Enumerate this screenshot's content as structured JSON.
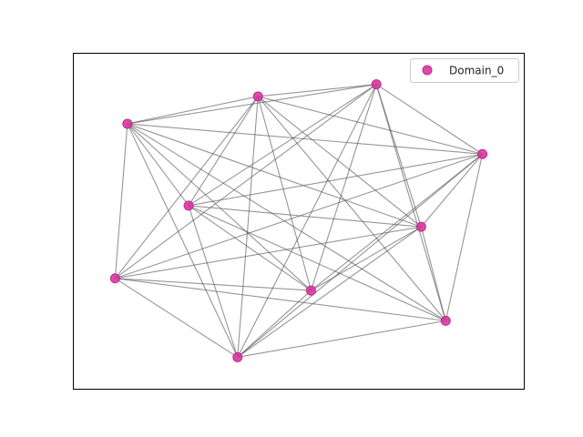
{
  "legend": {
    "entries": [
      {
        "label": "Domain_0",
        "color": "#d9379f"
      }
    ]
  },
  "graph": {
    "node_color": "#d9379f",
    "edge_color": "#555555",
    "nodes": [
      {
        "id": 0,
        "u": 0.35,
        "v": 0.95
      },
      {
        "id": 1,
        "u": 0.05,
        "v": 0.69
      },
      {
        "id": 2,
        "u": 0.53,
        "v": 0.73
      },
      {
        "id": 3,
        "u": 0.86,
        "v": 0.83
      },
      {
        "id": 4,
        "u": 0.23,
        "v": 0.45
      },
      {
        "id": 5,
        "u": 0.8,
        "v": 0.52
      },
      {
        "id": 6,
        "u": 0.95,
        "v": 0.28
      },
      {
        "id": 7,
        "u": 0.08,
        "v": 0.18
      },
      {
        "id": 8,
        "u": 0.4,
        "v": 0.09
      },
      {
        "id": 9,
        "u": 0.69,
        "v": 0.05
      }
    ],
    "edges": [
      [
        0,
        1
      ],
      [
        0,
        3
      ],
      [
        0,
        5
      ],
      [
        0,
        6
      ],
      [
        0,
        4
      ],
      [
        0,
        8
      ],
      [
        0,
        9
      ],
      [
        0,
        7
      ],
      [
        0,
        2
      ],
      [
        1,
        3
      ],
      [
        1,
        2
      ],
      [
        1,
        5
      ],
      [
        1,
        6
      ],
      [
        1,
        8
      ],
      [
        1,
        9
      ],
      [
        1,
        7
      ],
      [
        2,
        4
      ],
      [
        2,
        5
      ],
      [
        2,
        6
      ],
      [
        2,
        7
      ],
      [
        2,
        8
      ],
      [
        2,
        9
      ],
      [
        3,
        7
      ],
      [
        3,
        9
      ],
      [
        3,
        6
      ],
      [
        3,
        5
      ],
      [
        3,
        8
      ],
      [
        3,
        4
      ],
      [
        4,
        9
      ],
      [
        4,
        5
      ],
      [
        4,
        6
      ],
      [
        4,
        8
      ],
      [
        4,
        7
      ],
      [
        5,
        7
      ],
      [
        5,
        8
      ],
      [
        5,
        9
      ],
      [
        5,
        6
      ],
      [
        6,
        7
      ],
      [
        6,
        8
      ],
      [
        6,
        9
      ],
      [
        7,
        8
      ],
      [
        7,
        9
      ],
      [
        8,
        9
      ]
    ]
  }
}
